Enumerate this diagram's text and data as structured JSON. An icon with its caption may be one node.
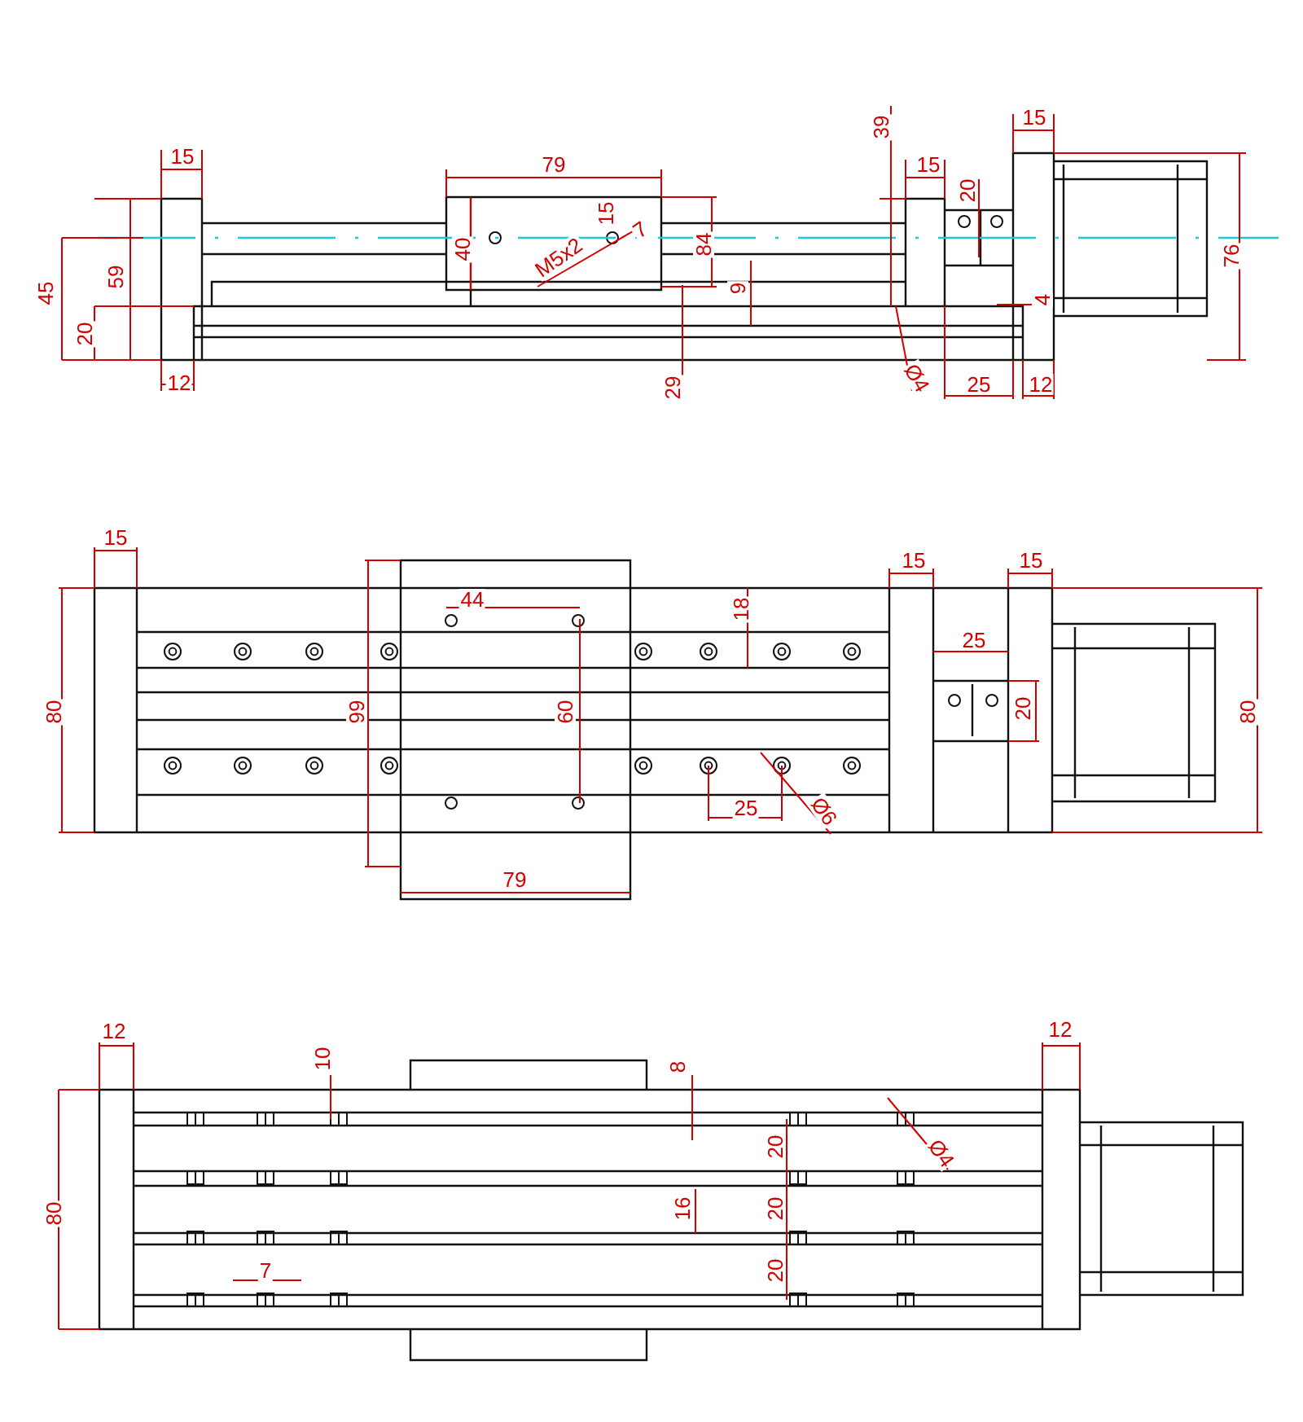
{
  "diagram": {
    "labels": [
      "15",
      "79",
      "15",
      "39",
      "15",
      "20",
      "M5x2",
      "15",
      "7",
      "40",
      "84",
      "76",
      "59",
      "45",
      "9",
      "20",
      "4",
      "12",
      "29",
      "Ø4",
      "25",
      "12",
      "15",
      "15",
      "15",
      "44",
      "18",
      "25",
      "80",
      "99",
      "60",
      "20",
      "80",
      "25",
      "Ø6",
      "79",
      "12",
      "10",
      "8",
      "12",
      "20",
      "Ø4",
      "80",
      "16",
      "20",
      "7",
      "20"
    ]
  }
}
